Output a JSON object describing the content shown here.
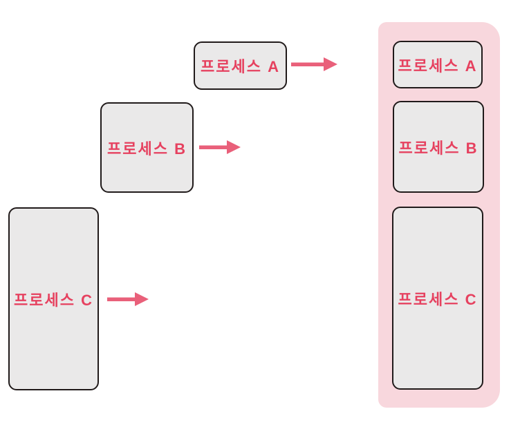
{
  "diagram": {
    "title_hint": "processes loaded into memory",
    "processes": [
      {
        "label": "프로세스 A",
        "size": "small"
      },
      {
        "label": "프로세스 B",
        "size": "medium"
      },
      {
        "label": "프로세스 C",
        "size": "large"
      }
    ],
    "memory": {
      "items": [
        {
          "label": "프로세스 A"
        },
        {
          "label": "프로세스 B"
        },
        {
          "label": "프로세스 C"
        }
      ]
    },
    "arrows": [
      {
        "name": "process-a-arrow"
      },
      {
        "name": "process-b-arrow"
      },
      {
        "name": "process-c-arrow"
      }
    ],
    "colors": {
      "box_fill": "#eae9e9",
      "box_border": "#201a1a",
      "container_fill": "#f8d7dd",
      "text": "#e6415f",
      "arrow": "#e9607a",
      "background": "#ffffff"
    }
  }
}
